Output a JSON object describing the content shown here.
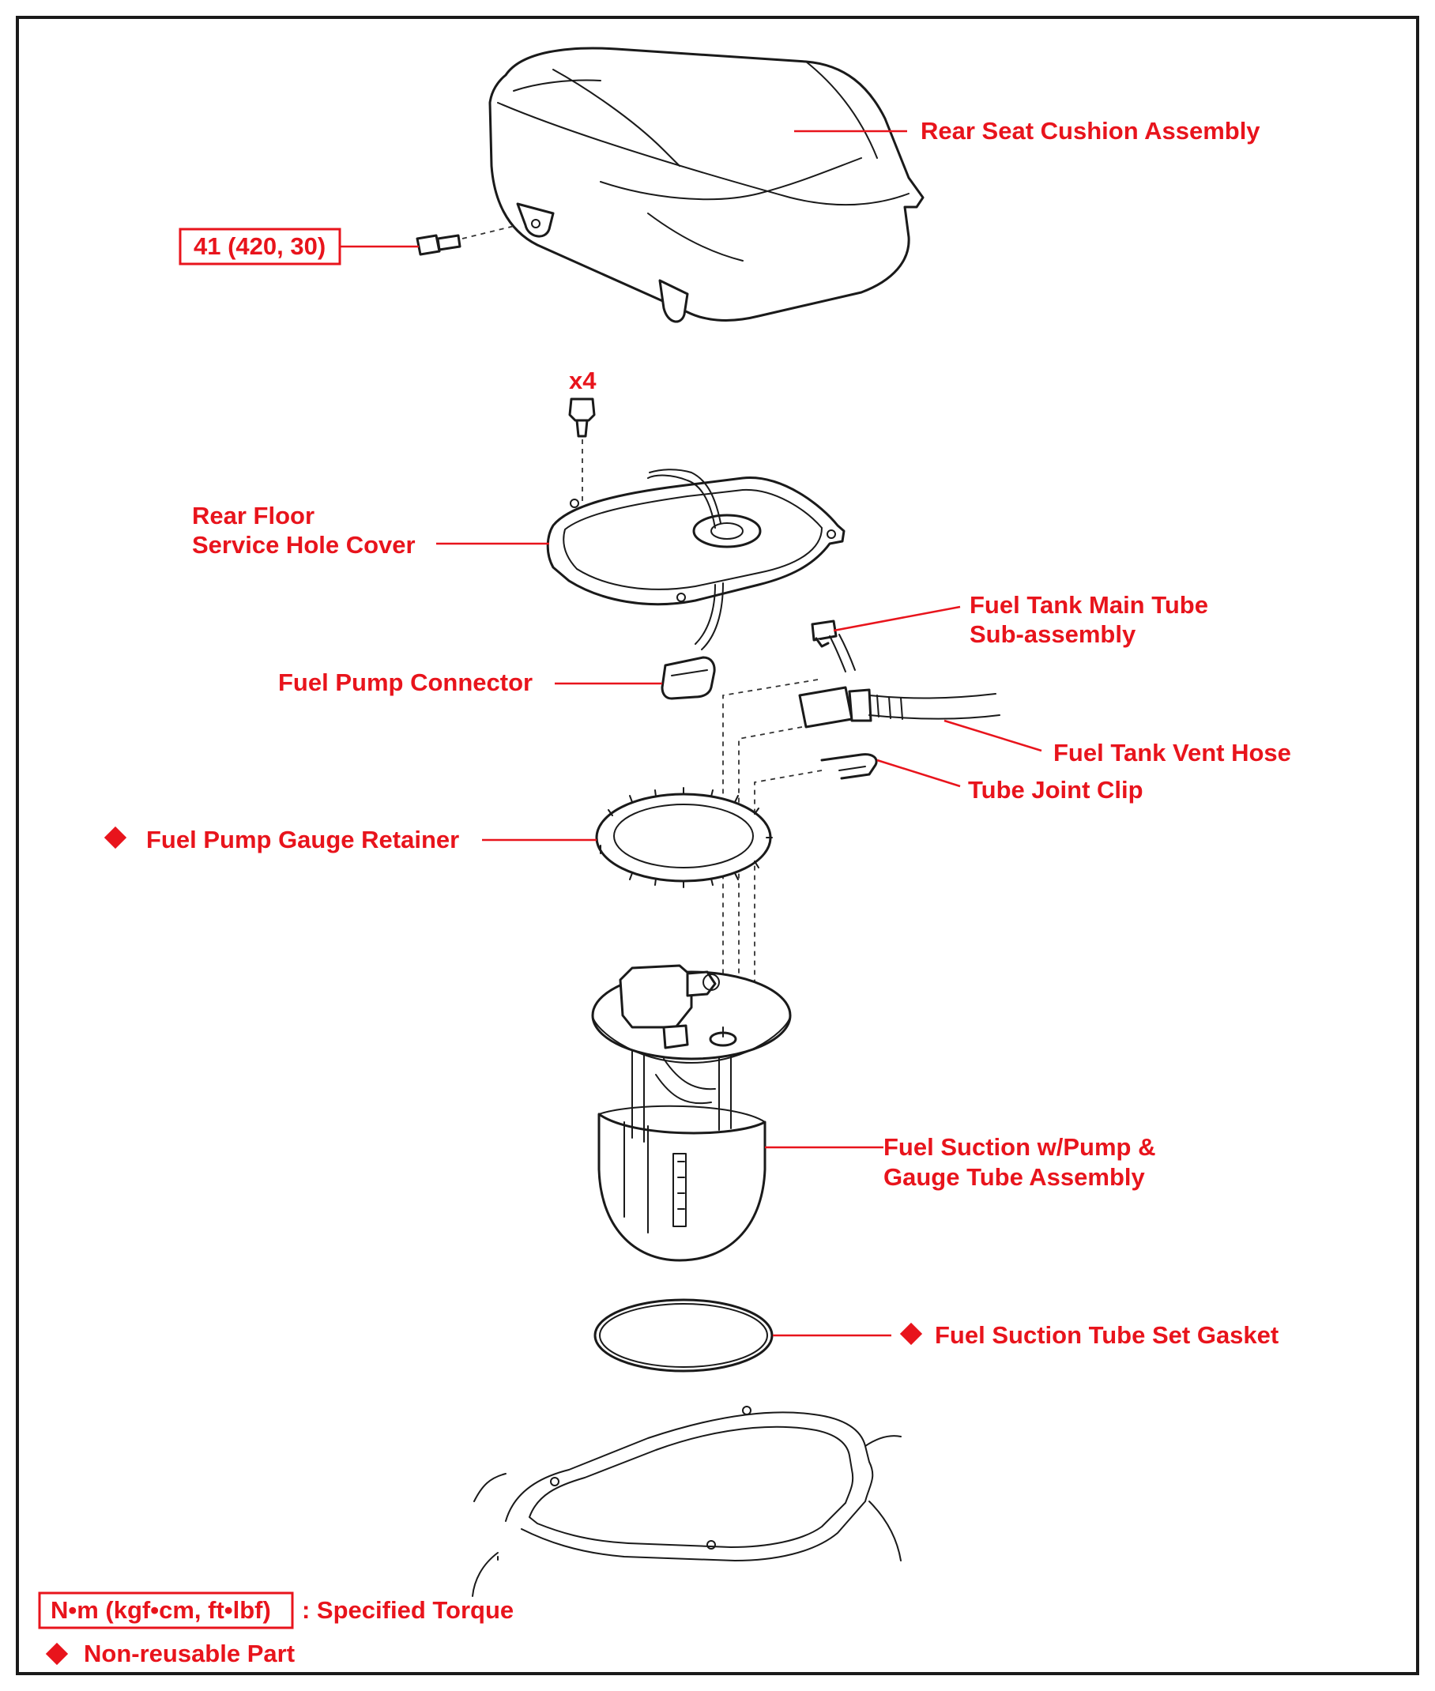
{
  "labels": {
    "rear_seat_cushion": "Rear Seat Cushion Assembly",
    "torque_value": "41 (420, 30)",
    "quantity": "x4",
    "service_cover_line1": "Rear Floor",
    "service_cover_line2": "Service Hole Cover",
    "main_tube_line1": "Fuel Tank Main Tube",
    "main_tube_line2": "Sub-assembly",
    "pump_connector": "Fuel Pump Connector",
    "vent_hose": "Fuel Tank Vent Hose",
    "tube_clip": "Tube Joint Clip",
    "gauge_retainer": "Fuel Pump Gauge Retainer",
    "pump_assy_line1": "Fuel Suction w/Pump &",
    "pump_assy_line2": "Gauge Tube Assembly",
    "gasket": "Fuel Suction Tube Set Gasket"
  },
  "legend": {
    "torque_unit": "N•m (kgf•cm, ft•lbf)",
    "torque_desc": ": Specified Torque",
    "nonreusable_desc": "Non-reusable Part"
  },
  "colors": {
    "label": "#e8141c",
    "line_art": "#1a1a1a"
  }
}
